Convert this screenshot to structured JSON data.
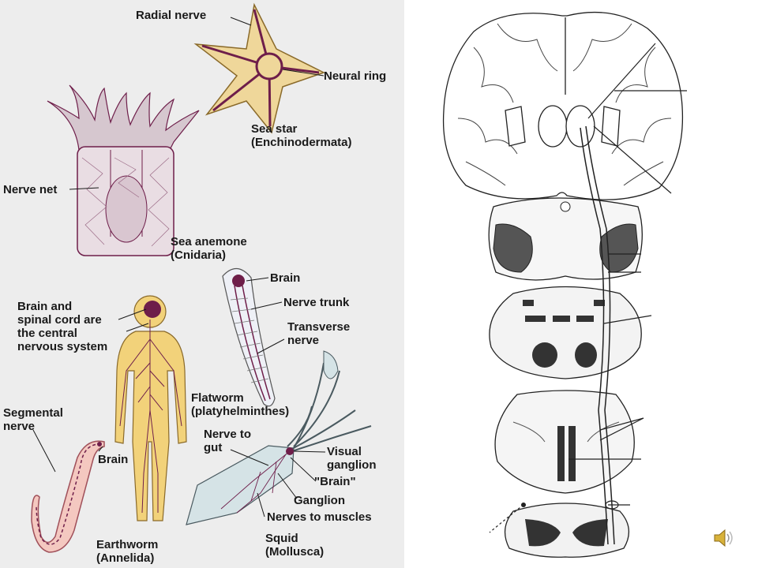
{
  "left_labels": {
    "radial_nerve": "Radial nerve",
    "neural_ring": "Neural ring",
    "sea_star": "Sea star\n(Enchinodermata)",
    "nerve_net": "Nerve net",
    "sea_anemone": "Sea anemone\n(Cnidaria)",
    "flat_brain": "Brain",
    "nerve_trunk": "Nerve trunk",
    "transverse_nerve": "Transverse\nnerve",
    "cns": "Brain and\nspinal cord are\nthe central\nnervous system",
    "flatworm": "Flatworm\n(platyhelminthes)",
    "segmental_nerve": "Segmental\nnerve",
    "worm_brain": "Brain",
    "nerve_to_gut": "Nerve to\ngut",
    "visual_ganglion": "Visual\nganglion",
    "squid_brain": "\"Brain\"",
    "ganglion": "Ganglion",
    "nerves_to_muscles": "Nerves to muscles",
    "earthworm": "Earthworm\n(Annelida)",
    "squid": "Squid\n(Mollusca)"
  },
  "icons": {
    "speaker": "speaker-icon"
  },
  "colors": {
    "left_bg": "#ededed",
    "star_fill": "#efd79a",
    "nerve_purple": "#6e1e4a",
    "human_fill": "#f2d27a",
    "label_text": "#1a1a1a"
  }
}
